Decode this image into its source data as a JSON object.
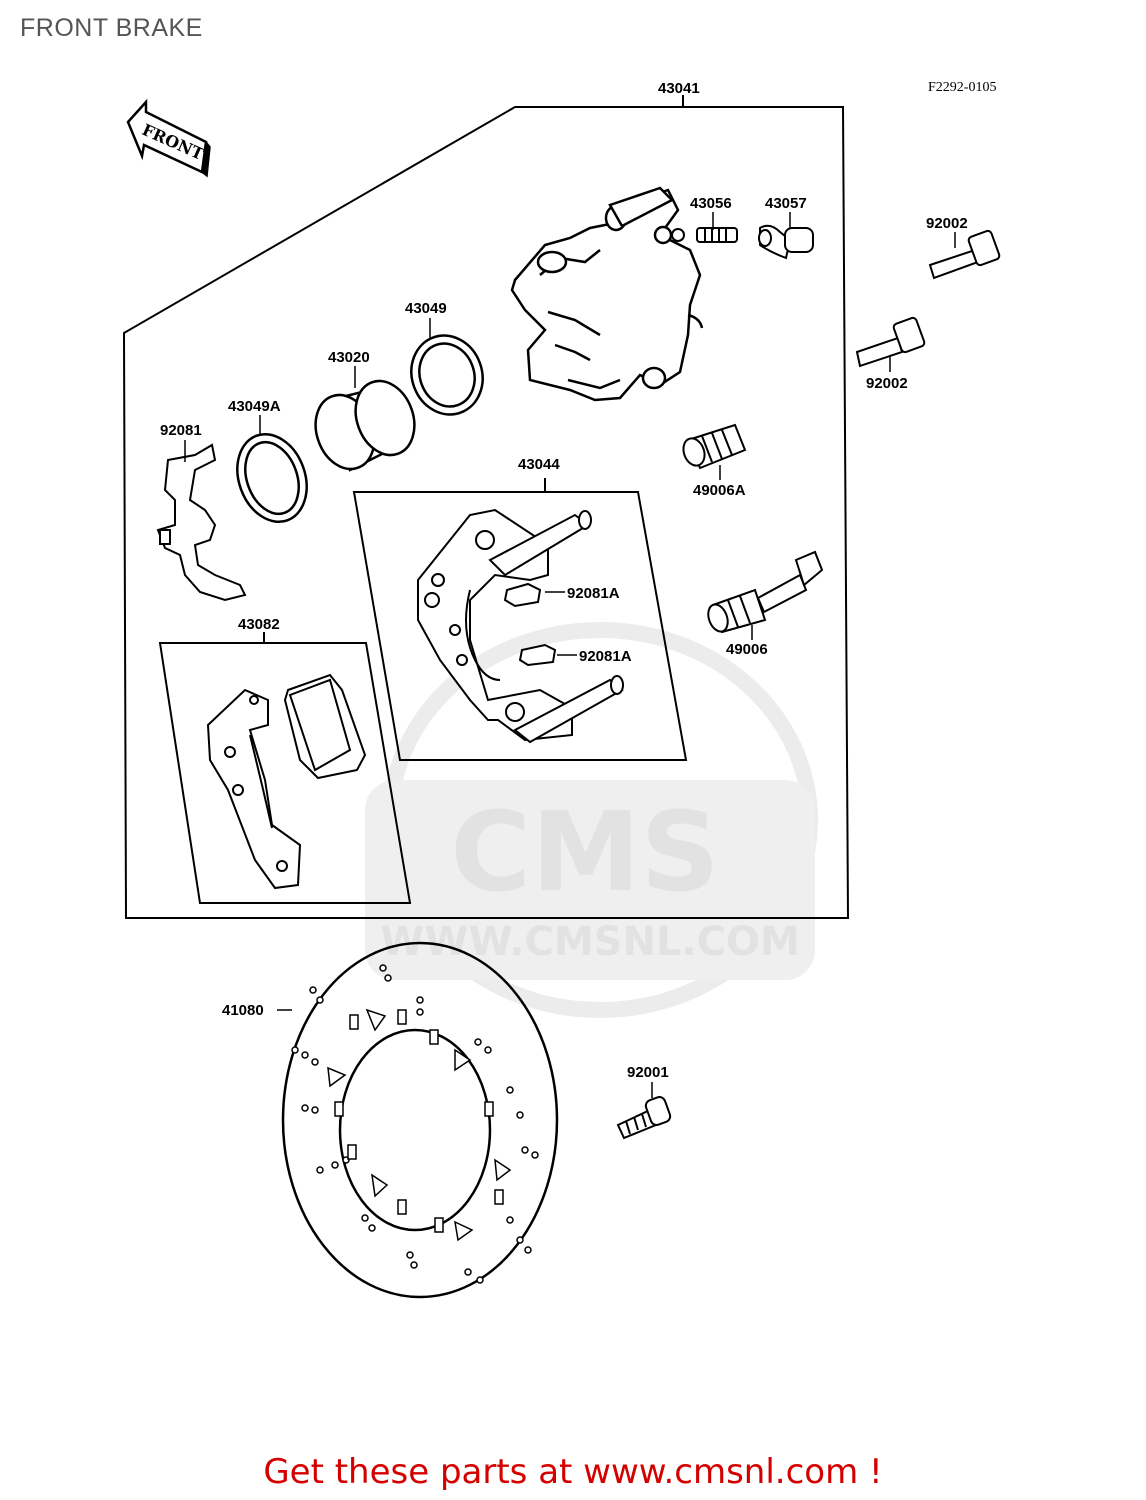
{
  "title": "FRONT BRAKE",
  "figure_code": "F2292-0105",
  "front_arrow_label": "FRONT",
  "watermark": {
    "brand": "CMS",
    "url": "WWW.CMSNL.COM"
  },
  "parts": [
    {
      "id": "43041",
      "label": "43041"
    },
    {
      "id": "43056",
      "label": "43056"
    },
    {
      "id": "43057",
      "label": "43057"
    },
    {
      "id": "92002-top",
      "label": "92002"
    },
    {
      "id": "92002-bottom",
      "label": "92002"
    },
    {
      "id": "43049",
      "label": "43049"
    },
    {
      "id": "43020",
      "label": "43020"
    },
    {
      "id": "43049A",
      "label": "43049A"
    },
    {
      "id": "92081",
      "label": "92081"
    },
    {
      "id": "43044",
      "label": "43044"
    },
    {
      "id": "49006A",
      "label": "49006A"
    },
    {
      "id": "92081A-upper",
      "label": "92081A"
    },
    {
      "id": "92081A-lower",
      "label": "92081A"
    },
    {
      "id": "49006",
      "label": "49006"
    },
    {
      "id": "43082",
      "label": "43082"
    },
    {
      "id": "41080",
      "label": "41080"
    },
    {
      "id": "92001",
      "label": "92001"
    }
  ],
  "footer_text": "Get these parts at www.cmsnl.com !",
  "colors": {
    "line": "#000000",
    "footer": "#d40000",
    "title": "#555555",
    "watermark": "#e6e6e6"
  }
}
